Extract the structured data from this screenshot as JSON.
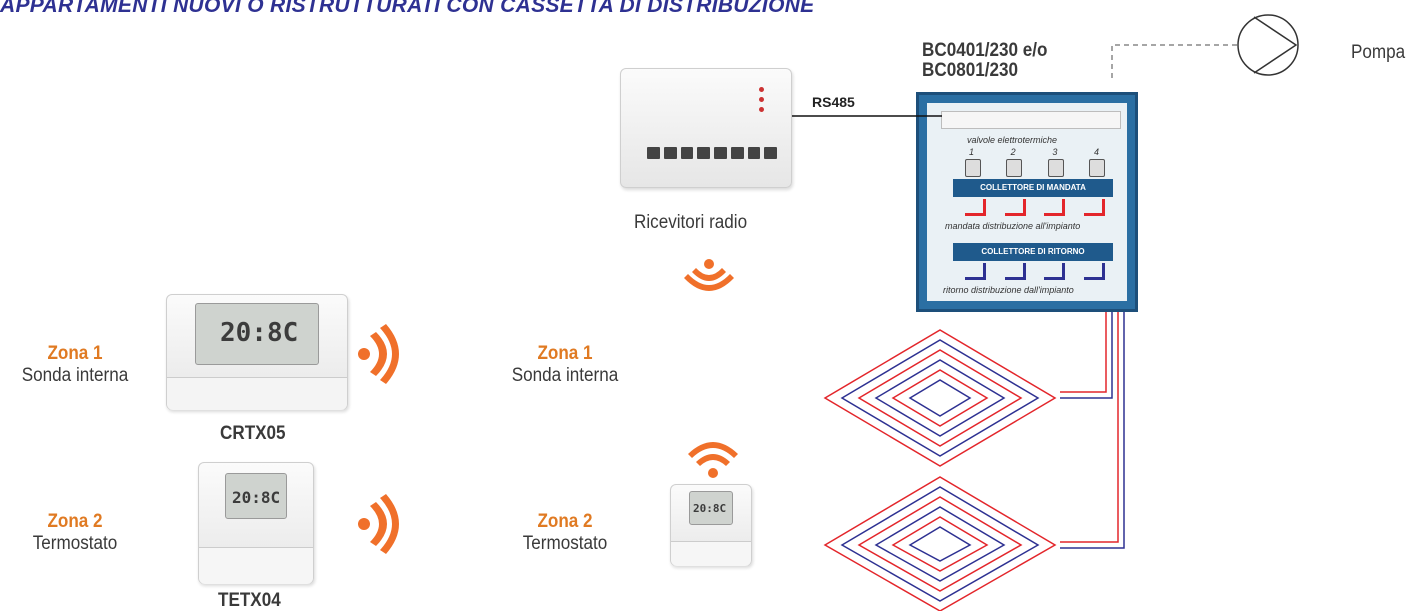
{
  "title": "APPARTAMENTI NUOVI O RISTRUTTURATI CON CASSETTA DI DISTRIBUZIONE",
  "pump": {
    "label": "Pompa"
  },
  "box": {
    "code_line1": "BC0401/230 e/o",
    "code_line2": "BC0801/230",
    "valves_label": "valvole elettrotermiche",
    "valve_numbers": [
      "1",
      "2",
      "3",
      "4"
    ],
    "manifold_supply": "COLLETTORE DI MANDATA",
    "supply_caption": "mandata distribuzione all'impianto",
    "manifold_return": "COLLETTORE DI RITORNO",
    "return_caption": "ritorno distribuzione dall'impianto"
  },
  "bus": {
    "label": "RS485"
  },
  "receiver": {
    "label": "Ricevitori radio"
  },
  "left_devices": [
    {
      "zone": "Zona 1",
      "description": "Sonda interna",
      "code": "CRTX05",
      "display": "20:8C"
    },
    {
      "zone": "Zona 2",
      "description": "Termostato",
      "code": "TETX04",
      "display": "20:8C"
    }
  ],
  "middle_devices": [
    {
      "zone": "Zona 1",
      "description": "Sonda interna"
    },
    {
      "zone": "Zona 2",
      "description": "Termostato",
      "display": "20:8C"
    }
  ],
  "colors": {
    "title": "#2e3192",
    "zone": "#e07a22",
    "pipe_red": "#e3262b",
    "pipe_blue": "#2e3192",
    "box": "#2b6fa3"
  }
}
